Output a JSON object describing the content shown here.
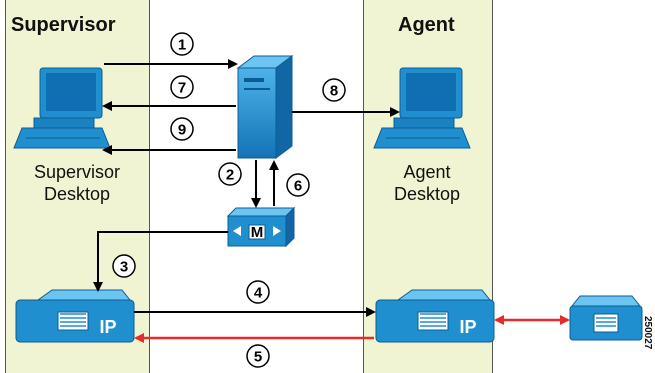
{
  "panels": {
    "supervisor_title": "Supervisor",
    "agent_title": "Agent"
  },
  "labels": {
    "supervisor_desktop_line1": "Supervisor",
    "supervisor_desktop_line2": "Desktop",
    "agent_desktop_line1": "Agent",
    "agent_desktop_line2": "Desktop",
    "ip_phone_label": "IP",
    "media_label": "M"
  },
  "steps": [
    "1",
    "2",
    "3",
    "4",
    "5",
    "6",
    "7",
    "8",
    "9"
  ],
  "watermark": "250027",
  "colors": {
    "panel_bg": "#f1f4d2",
    "device_blue": "#1f8fd0",
    "arrow_black": "#000000",
    "arrow_red": "#e52b2b"
  }
}
